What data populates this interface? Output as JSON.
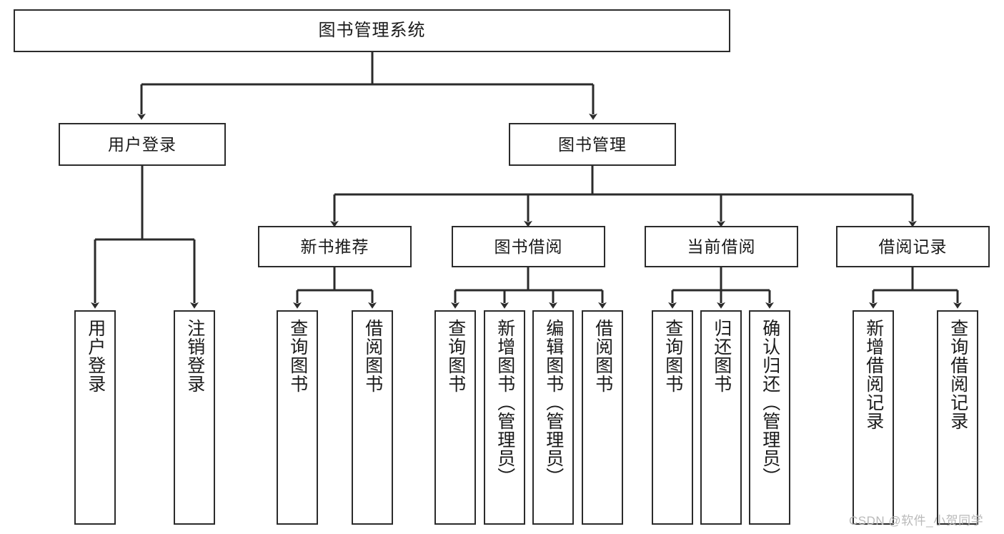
{
  "diagram": {
    "title": "图书管理系统",
    "type": "tree",
    "root": {
      "id": "root",
      "label": "图书管理系统"
    },
    "level1": [
      {
        "id": "user-login",
        "label": "用户登录"
      },
      {
        "id": "book-manage",
        "label": "图书管理"
      }
    ],
    "level2": [
      {
        "id": "new-book-recommend",
        "label": "新书推荐",
        "parent": "book-manage"
      },
      {
        "id": "book-borrow",
        "label": "图书借阅",
        "parent": "book-manage"
      },
      {
        "id": "current-borrow",
        "label": "当前借阅",
        "parent": "book-manage"
      },
      {
        "id": "borrow-record",
        "label": "借阅记录",
        "parent": "book-manage"
      }
    ],
    "leaves": [
      {
        "id": "leaf-user-login",
        "label": "用户登录",
        "parent": "user-login"
      },
      {
        "id": "leaf-logout",
        "label": "注销登录",
        "parent": "user-login"
      },
      {
        "id": "leaf-query-book-1",
        "label": "查询图书",
        "parent": "new-book-recommend"
      },
      {
        "id": "leaf-borrow-book-1",
        "label": "借阅图书",
        "parent": "new-book-recommend"
      },
      {
        "id": "leaf-query-book-2",
        "label": "查询图书",
        "parent": "book-borrow"
      },
      {
        "id": "leaf-add-book",
        "label": "新增图书（管理员）",
        "parent": "book-borrow"
      },
      {
        "id": "leaf-edit-book",
        "label": "编辑图书（管理员）",
        "parent": "book-borrow"
      },
      {
        "id": "leaf-borrow-book-2",
        "label": "借阅图书",
        "parent": "book-borrow"
      },
      {
        "id": "leaf-query-book-3",
        "label": "查询图书",
        "parent": "current-borrow"
      },
      {
        "id": "leaf-return-book",
        "label": "归还图书",
        "parent": "current-borrow"
      },
      {
        "id": "leaf-confirm-return",
        "label": "确认归还（管理员）",
        "parent": "current-borrow"
      },
      {
        "id": "leaf-add-record",
        "label": "新增借阅记录",
        "parent": "borrow-record"
      },
      {
        "id": "leaf-query-record",
        "label": "查询借阅记录",
        "parent": "borrow-record"
      }
    ]
  },
  "watermark": {
    "text": "CSDN @软件_小贺同学"
  },
  "colors": {
    "box_border": "#2b2b2b",
    "box_fill": "#ffffff",
    "wire": "#2b2b2b",
    "text": "#1a1a1a",
    "watermark": "#b9b9b9",
    "background": "#ffffff"
  }
}
